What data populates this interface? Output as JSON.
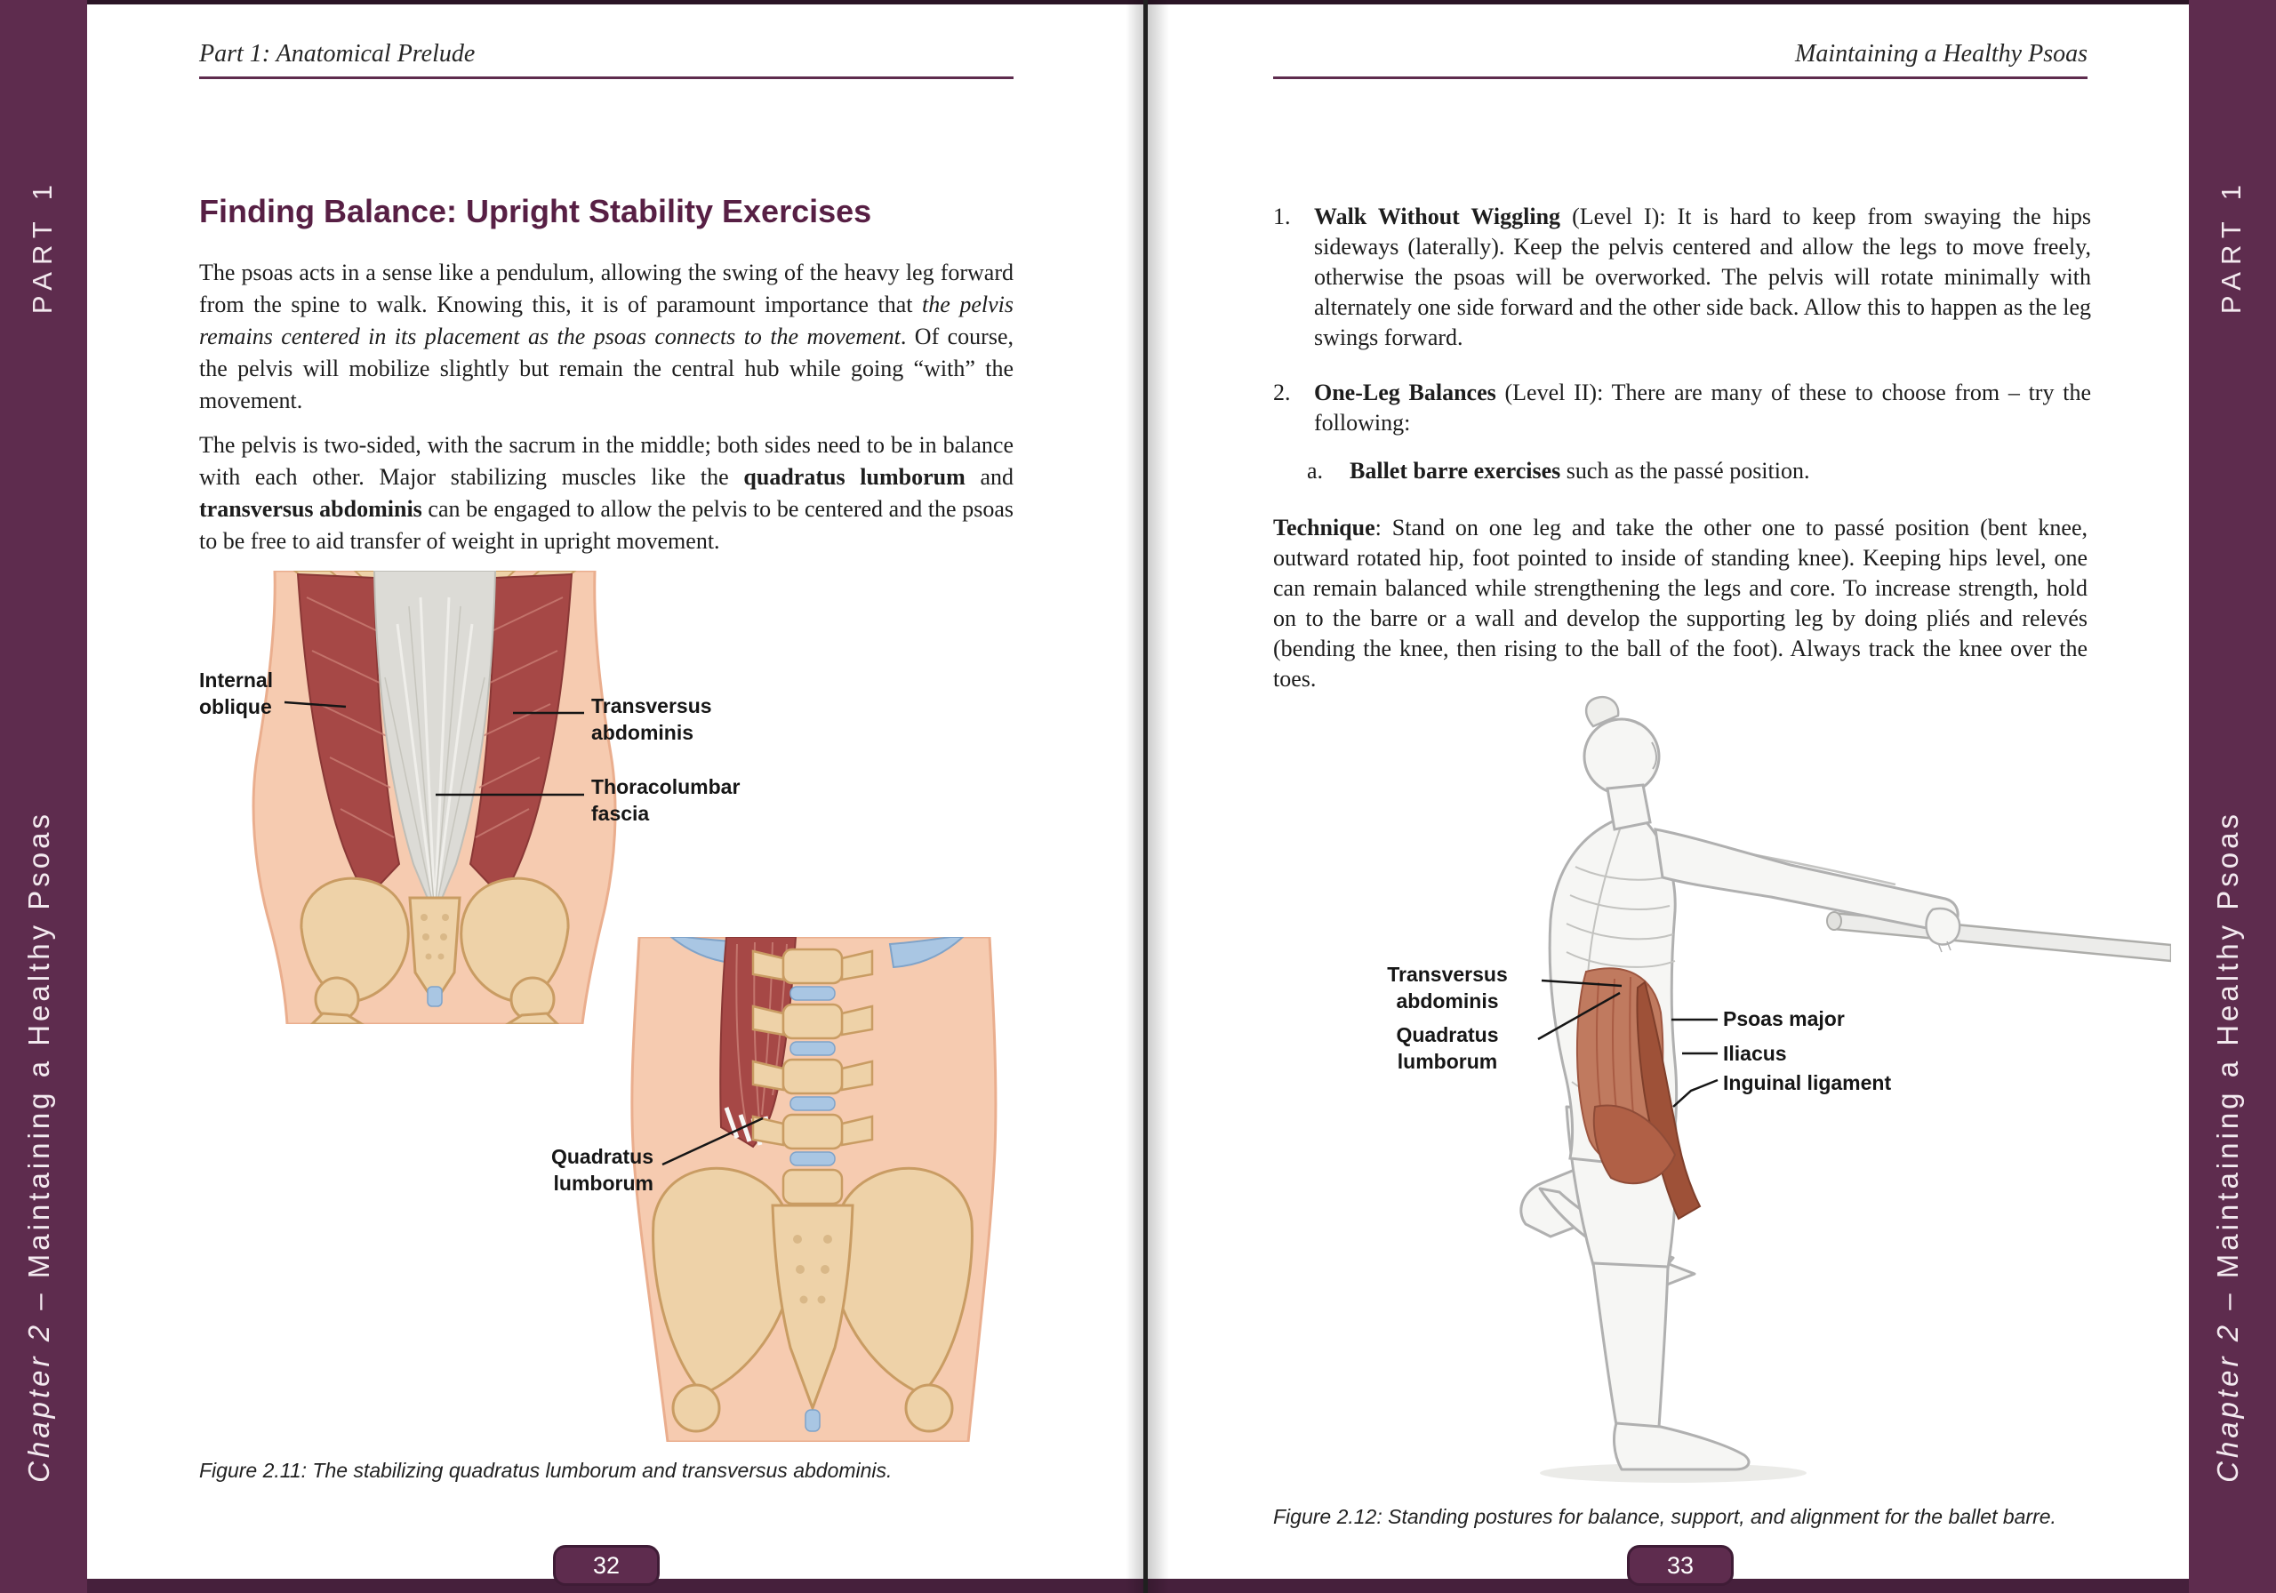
{
  "colors": {
    "accent_maroon": "#5e2c4e",
    "heading_maroon": "#571f44",
    "muscle_red": "#a64846",
    "bone_tan": "#eed2a8",
    "cartilage_blue": "#a9c6e3",
    "text": "#1d1d1d"
  },
  "sidebar": {
    "part_label": "PART 1",
    "chapter_name": "Chapter 2",
    "chapter_title": " – Maintaining a Healthy Psoas"
  },
  "left_page": {
    "running_header": "Part 1: Anatomical Prelude",
    "heading": "Finding Balance: Upright Stability Exercises",
    "para1": {
      "r0": "The psoas acts in a sense like a pendulum, allowing the swing of the heavy leg forward from the spine to walk. Knowing this, it is of paramount importance that ",
      "r1": "the pelvis remains centered in its placement as the psoas connects to the movement",
      "r2": ". Of course, the pelvis will mobilize slightly but remain the central hub while going “with” the movement."
    },
    "para2": {
      "r0": "The pelvis is two-sided, with the sacrum in the middle; both sides need to be in balance with each other. Major stabilizing muscles like the ",
      "r1": "quadratus lumborum",
      "r2": " and ",
      "r3": "transversus abdominis",
      "r4": " can be engaged to allow the pelvis to be centered and the psoas to be free to aid transfer of weight in upright movement."
    },
    "figure": {
      "label_internal_oblique_1": "Internal",
      "label_internal_oblique_2": "oblique",
      "label_transversus_1": "Transversus",
      "label_transversus_2": "abdominis",
      "label_thoracolumbar_1": "Thoracolumbar",
      "label_thoracolumbar_2": "fascia",
      "label_quadratus_1": "Quadratus",
      "label_quadratus_2": "lumborum",
      "caption": "Figure 2.11: The stabilizing quadratus lumborum and transversus abdominis."
    },
    "page_number": "32"
  },
  "right_page": {
    "running_header": "Maintaining a Healthy Psoas",
    "list": [
      {
        "num": "1.",
        "bold": "Walk Without Wiggling",
        "rest": " (Level I): It is hard to keep from swaying the hips sideways (laterally). Keep the pelvis centered and allow the legs to move freely, otherwise the psoas will be overworked. The pelvis will rotate minimally with alternately one side forward and the other side back. Allow this to happen as the leg swings forward."
      },
      {
        "num": "2.",
        "bold": "One-Leg Balances",
        "rest": " (Level II): There are many of these to choose from – try the following:"
      }
    ],
    "sublist": [
      {
        "num": "a.",
        "bold": "Ballet barre exercises",
        "rest": " such as the passé position."
      }
    ],
    "technique": {
      "bold": "Technique",
      "rest": ": Stand on one leg and take the other one to passé position (bent knee, outward rotated hip, foot pointed to inside of standing knee). Keeping hips level, one can remain balanced while strengthening the legs and core. To increase strength, hold on to the barre or a wall and develop the supporting leg by doing pliés and relevés (bending the knee, then rising to the ball of the foot). Always track the knee over the toes."
    },
    "figure": {
      "label_transversus_1": "Transversus",
      "label_transversus_2": "abdominis",
      "label_quadratus_1": "Quadratus",
      "label_quadratus_2": "lumborum",
      "label_psoas": "Psoas major",
      "label_iliacus": "Iliacus",
      "label_inguinal": "Inguinal ligament",
      "caption": "Figure 2.12: Standing postures for balance, support, and alignment for the ballet barre."
    },
    "page_number": "33"
  }
}
